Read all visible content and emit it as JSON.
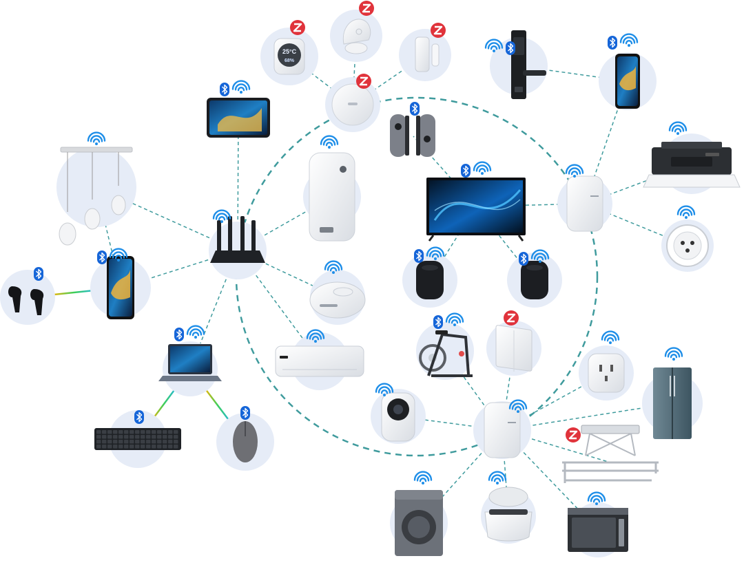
{
  "colors": {
    "background": "#ffffff",
    "halo": "#e6ecf7",
    "link": "#3f9b9d",
    "wifi": "#1e8ee8",
    "bluetooth": "#1565d8",
    "zigbee": "#e0333b"
  },
  "temp_sensor": {
    "display_temp": "25°C",
    "display_humidity": "68%"
  },
  "devices": [
    {
      "id": "temp-sensor",
      "icon": "thermo-hygrometer-icon",
      "protocols": [
        "zigbee"
      ]
    },
    {
      "id": "motion-sensor",
      "icon": "motion-sensor-icon",
      "protocols": [
        "zigbee"
      ]
    },
    {
      "id": "door-sensor",
      "icon": "door-sensor-icon",
      "protocols": [
        "zigbee"
      ]
    },
    {
      "id": "zigbee-hub",
      "icon": "zigbee-hub-icon",
      "protocols": [
        "zigbee"
      ]
    },
    {
      "id": "smart-lock",
      "icon": "smart-lock-icon",
      "protocols": [
        "wifi",
        "bluetooth"
      ]
    },
    {
      "id": "phone-right",
      "icon": "smartphone-icon",
      "protocols": [
        "bluetooth",
        "wifi"
      ]
    },
    {
      "id": "tablet",
      "icon": "tablet-icon",
      "protocols": [
        "bluetooth",
        "wifi"
      ]
    },
    {
      "id": "game-controllers",
      "icon": "game-controller-icon",
      "protocols": [
        "bluetooth"
      ]
    },
    {
      "id": "pendant-lamps",
      "icon": "pendant-lamp-icon",
      "protocols": [
        "wifi"
      ]
    },
    {
      "id": "air-purifier",
      "icon": "air-purifier-icon",
      "protocols": [
        "wifi"
      ]
    },
    {
      "id": "tv",
      "icon": "television-icon",
      "protocols": [
        "bluetooth",
        "wifi"
      ]
    },
    {
      "id": "mesh-router-top",
      "icon": "mesh-router-icon",
      "protocols": [
        "wifi"
      ]
    },
    {
      "id": "printer",
      "icon": "printer-icon",
      "protocols": [
        "wifi"
      ]
    },
    {
      "id": "main-router",
      "icon": "wifi-router-icon",
      "protocols": [
        "wifi"
      ]
    },
    {
      "id": "phone-left",
      "icon": "smartphone-icon",
      "protocols": [
        "bluetooth",
        "wifi"
      ]
    },
    {
      "id": "earbuds",
      "icon": "earbuds-icon",
      "protocols": [
        "bluetooth"
      ]
    },
    {
      "id": "speaker-left",
      "icon": "smart-speaker-icon",
      "protocols": [
        "bluetooth",
        "wifi"
      ]
    },
    {
      "id": "speaker-right",
      "icon": "smart-speaker-icon",
      "protocols": [
        "bluetooth",
        "wifi"
      ]
    },
    {
      "id": "smart-button",
      "icon": "smart-button-icon",
      "protocols": [
        "wifi"
      ]
    },
    {
      "id": "robot-vacuum",
      "icon": "robot-vacuum-icon",
      "protocols": [
        "wifi"
      ]
    },
    {
      "id": "exercise-bike",
      "icon": "exercise-bike-icon",
      "protocols": [
        "bluetooth",
        "wifi"
      ]
    },
    {
      "id": "wall-switch",
      "icon": "wall-switch-icon",
      "protocols": [
        "zigbee"
      ]
    },
    {
      "id": "laptop",
      "icon": "laptop-icon",
      "protocols": [
        "bluetooth",
        "wifi"
      ]
    },
    {
      "id": "air-conditioner",
      "icon": "air-conditioner-icon",
      "protocols": [
        "wifi"
      ]
    },
    {
      "id": "smart-plug",
      "icon": "smart-plug-icon",
      "protocols": [
        "wifi"
      ]
    },
    {
      "id": "refrigerator",
      "icon": "refrigerator-icon",
      "protocols": [
        "wifi"
      ]
    },
    {
      "id": "security-camera",
      "icon": "security-camera-icon",
      "protocols": [
        "wifi"
      ]
    },
    {
      "id": "mesh-router-bottom",
      "icon": "mesh-router-icon",
      "protocols": [
        "wifi"
      ]
    },
    {
      "id": "keyboard",
      "icon": "keyboard-icon",
      "protocols": [
        "bluetooth"
      ]
    },
    {
      "id": "mouse",
      "icon": "mouse-icon",
      "protocols": [
        "bluetooth"
      ]
    },
    {
      "id": "drying-rack",
      "icon": "clothes-drying-rack-icon",
      "protocols": [
        "zigbee"
      ]
    },
    {
      "id": "washing-machine",
      "icon": "washing-machine-icon",
      "protocols": [
        "wifi"
      ]
    },
    {
      "id": "rice-cooker",
      "icon": "rice-cooker-icon",
      "protocols": [
        "wifi"
      ]
    },
    {
      "id": "oven",
      "icon": "oven-icon",
      "protocols": [
        "wifi"
      ]
    }
  ],
  "links": [
    [
      "main-router",
      "tablet",
      "dashed"
    ],
    [
      "main-router",
      "pendant-lamps",
      "dashed"
    ],
    [
      "main-router",
      "phone-left",
      "dashed"
    ],
    [
      "main-router",
      "air-purifier",
      "dashed"
    ],
    [
      "main-router",
      "robot-vacuum",
      "dashed"
    ],
    [
      "main-router",
      "air-conditioner",
      "dashed"
    ],
    [
      "main-router",
      "laptop",
      "dashed"
    ],
    [
      "phone-left",
      "pendant-lamps",
      "dashed"
    ],
    [
      "zigbee-hub",
      "temp-sensor",
      "dashed"
    ],
    [
      "zigbee-hub",
      "motion-sensor",
      "dashed"
    ],
    [
      "zigbee-hub",
      "door-sensor",
      "dashed"
    ],
    [
      "smart-lock",
      "phone-right",
      "dashed"
    ],
    [
      "phone-right",
      "mesh-router-top",
      "dashed"
    ],
    [
      "mesh-router-top",
      "printer",
      "dashed"
    ],
    [
      "mesh-router-top",
      "smart-button",
      "dashed"
    ],
    [
      "mesh-router-top",
      "tv",
      "dashed"
    ],
    [
      "tv",
      "game-controllers",
      "dashed"
    ],
    [
      "tv",
      "speaker-left",
      "dashed"
    ],
    [
      "tv",
      "speaker-right",
      "dashed"
    ],
    [
      "mesh-router-bottom",
      "security-camera",
      "dashed"
    ],
    [
      "mesh-router-bottom",
      "exercise-bike",
      "dashed"
    ],
    [
      "mesh-router-bottom",
      "wall-switch",
      "dashed"
    ],
    [
      "mesh-router-bottom",
      "smart-plug",
      "dashed"
    ],
    [
      "mesh-router-bottom",
      "refrigerator",
      "dashed"
    ],
    [
      "mesh-router-bottom",
      "drying-rack",
      "dashed"
    ],
    [
      "mesh-router-bottom",
      "washing-machine",
      "dashed"
    ],
    [
      "mesh-router-bottom",
      "rice-cooker",
      "dashed"
    ],
    [
      "mesh-router-bottom",
      "oven",
      "dashed"
    ],
    [
      "earbuds",
      "phone-left",
      "rainbow"
    ],
    [
      "laptop",
      "keyboard",
      "rainbow"
    ],
    [
      "laptop",
      "mouse",
      "rainbow"
    ]
  ]
}
